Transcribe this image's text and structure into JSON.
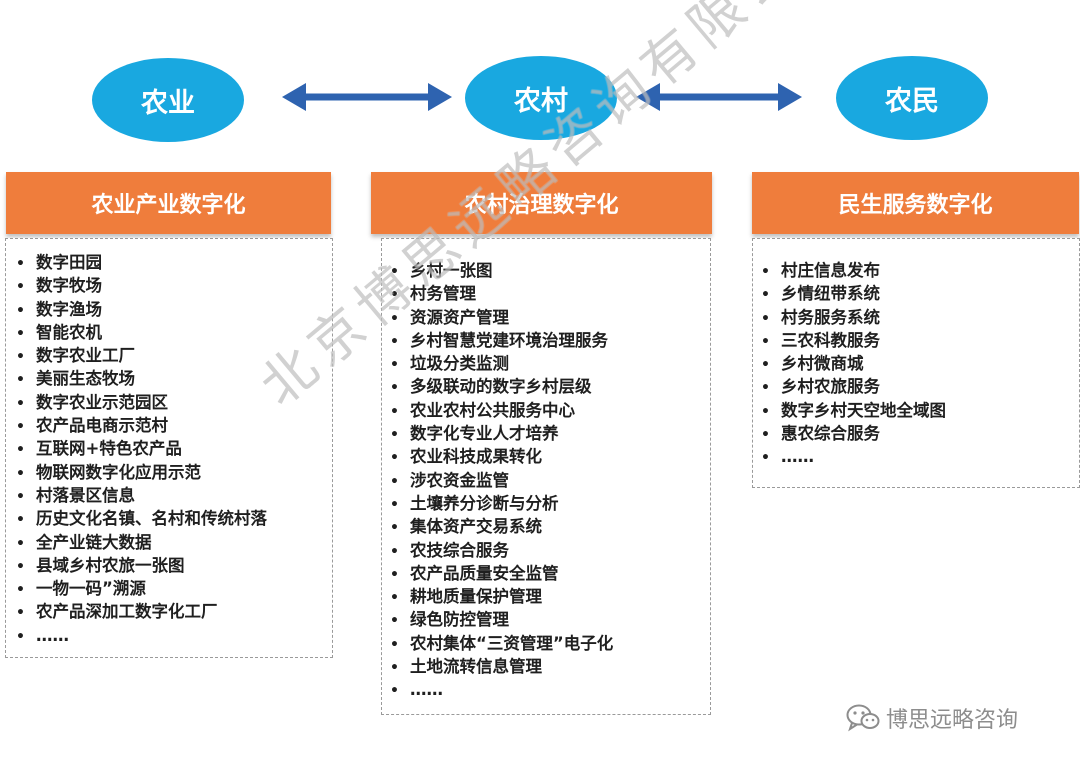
{
  "top": {
    "left": "农业",
    "center": "农村",
    "right": "农民"
  },
  "columns": [
    {
      "header": "农业产业数字化",
      "items": [
        "数字田园",
        "数字牧场",
        "数字渔场",
        "智能农机",
        "数字农业工厂",
        "美丽生态牧场",
        "数字农业示范园区",
        "农产品电商示范村",
        "互联网+特色农产品",
        "物联网数字化应用示范",
        "村落景区信息",
        "历史文化名镇、名村和传统村落",
        "全产业链大数据",
        "县域乡村农旅一张图",
        "一物一码”溯源",
        "农产品深加工数字化工厂",
        "……"
      ]
    },
    {
      "header": "农村治理数字化",
      "items": [
        "乡村一张图",
        "村务管理",
        "资源资产管理",
        "乡村智慧党建环境治理服务",
        "垃圾分类监测",
        "多级联动的数字乡村层级",
        "农业农村公共服务中心",
        "数字化专业人才培养",
        "农业科技成果转化",
        "涉农资金监管",
        "土壤养分诊断与分析",
        "集体资产交易系统",
        "农技综合服务",
        "农产品质量安全监管",
        "耕地质量保护管理",
        "绿色防控管理",
        "农村集体“三资管理”电子化",
        "土地流转信息管理",
        "……"
      ]
    },
    {
      "header": "民生服务数字化",
      "items": [
        "村庄信息发布",
        "乡情纽带系统",
        "村务服务系统",
        "三农科教服务",
        "乡村微商城",
        "乡村农旅服务",
        "数字乡村天空地全域图",
        "惠农综合服务",
        "……"
      ]
    }
  ],
  "watermark": "北京博思远略咨询有限公司",
  "brand": {
    "icon": "wechat-icon",
    "text": "博思远略咨询"
  },
  "colors": {
    "ellipse": "#19a8e0",
    "header": "#ef7d3c",
    "arrow": "#2e63b0"
  }
}
